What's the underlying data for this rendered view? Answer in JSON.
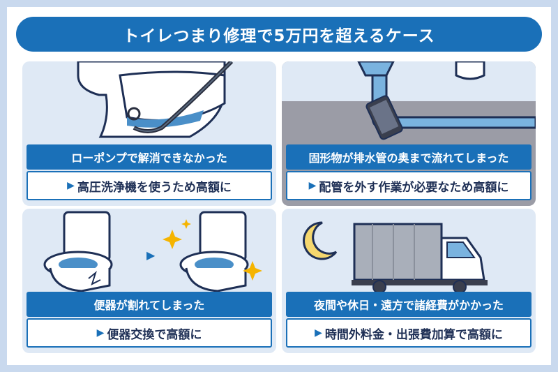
{
  "title": "トイレつまり修理で5万円を超えるケース",
  "cases": [
    {
      "cause": "ローポンプで解消できなかった",
      "result": "高圧洗浄機を使うため高額に"
    },
    {
      "cause": "固形物が排水管の奥まで流れてしまった",
      "result": "配管を外す作業が必要なため高額に"
    },
    {
      "cause": "便器が割れてしまった",
      "result": "便器交換で高額に"
    },
    {
      "cause": "夜間や休日・遠方で諸経費がかかった",
      "result": "時間外料金・出張費加算で高額に"
    }
  ],
  "colors": {
    "accent": "#1a70b8",
    "background": "#c9d9ee",
    "panel": "#dfe9f5",
    "text": "#1e2f55"
  },
  "icons": [
    "triangle-right-icon",
    "sparkle-icon",
    "moon-icon",
    "truck-icon",
    "toilet-icon",
    "phone-icon",
    "drain-snake-icon"
  ]
}
